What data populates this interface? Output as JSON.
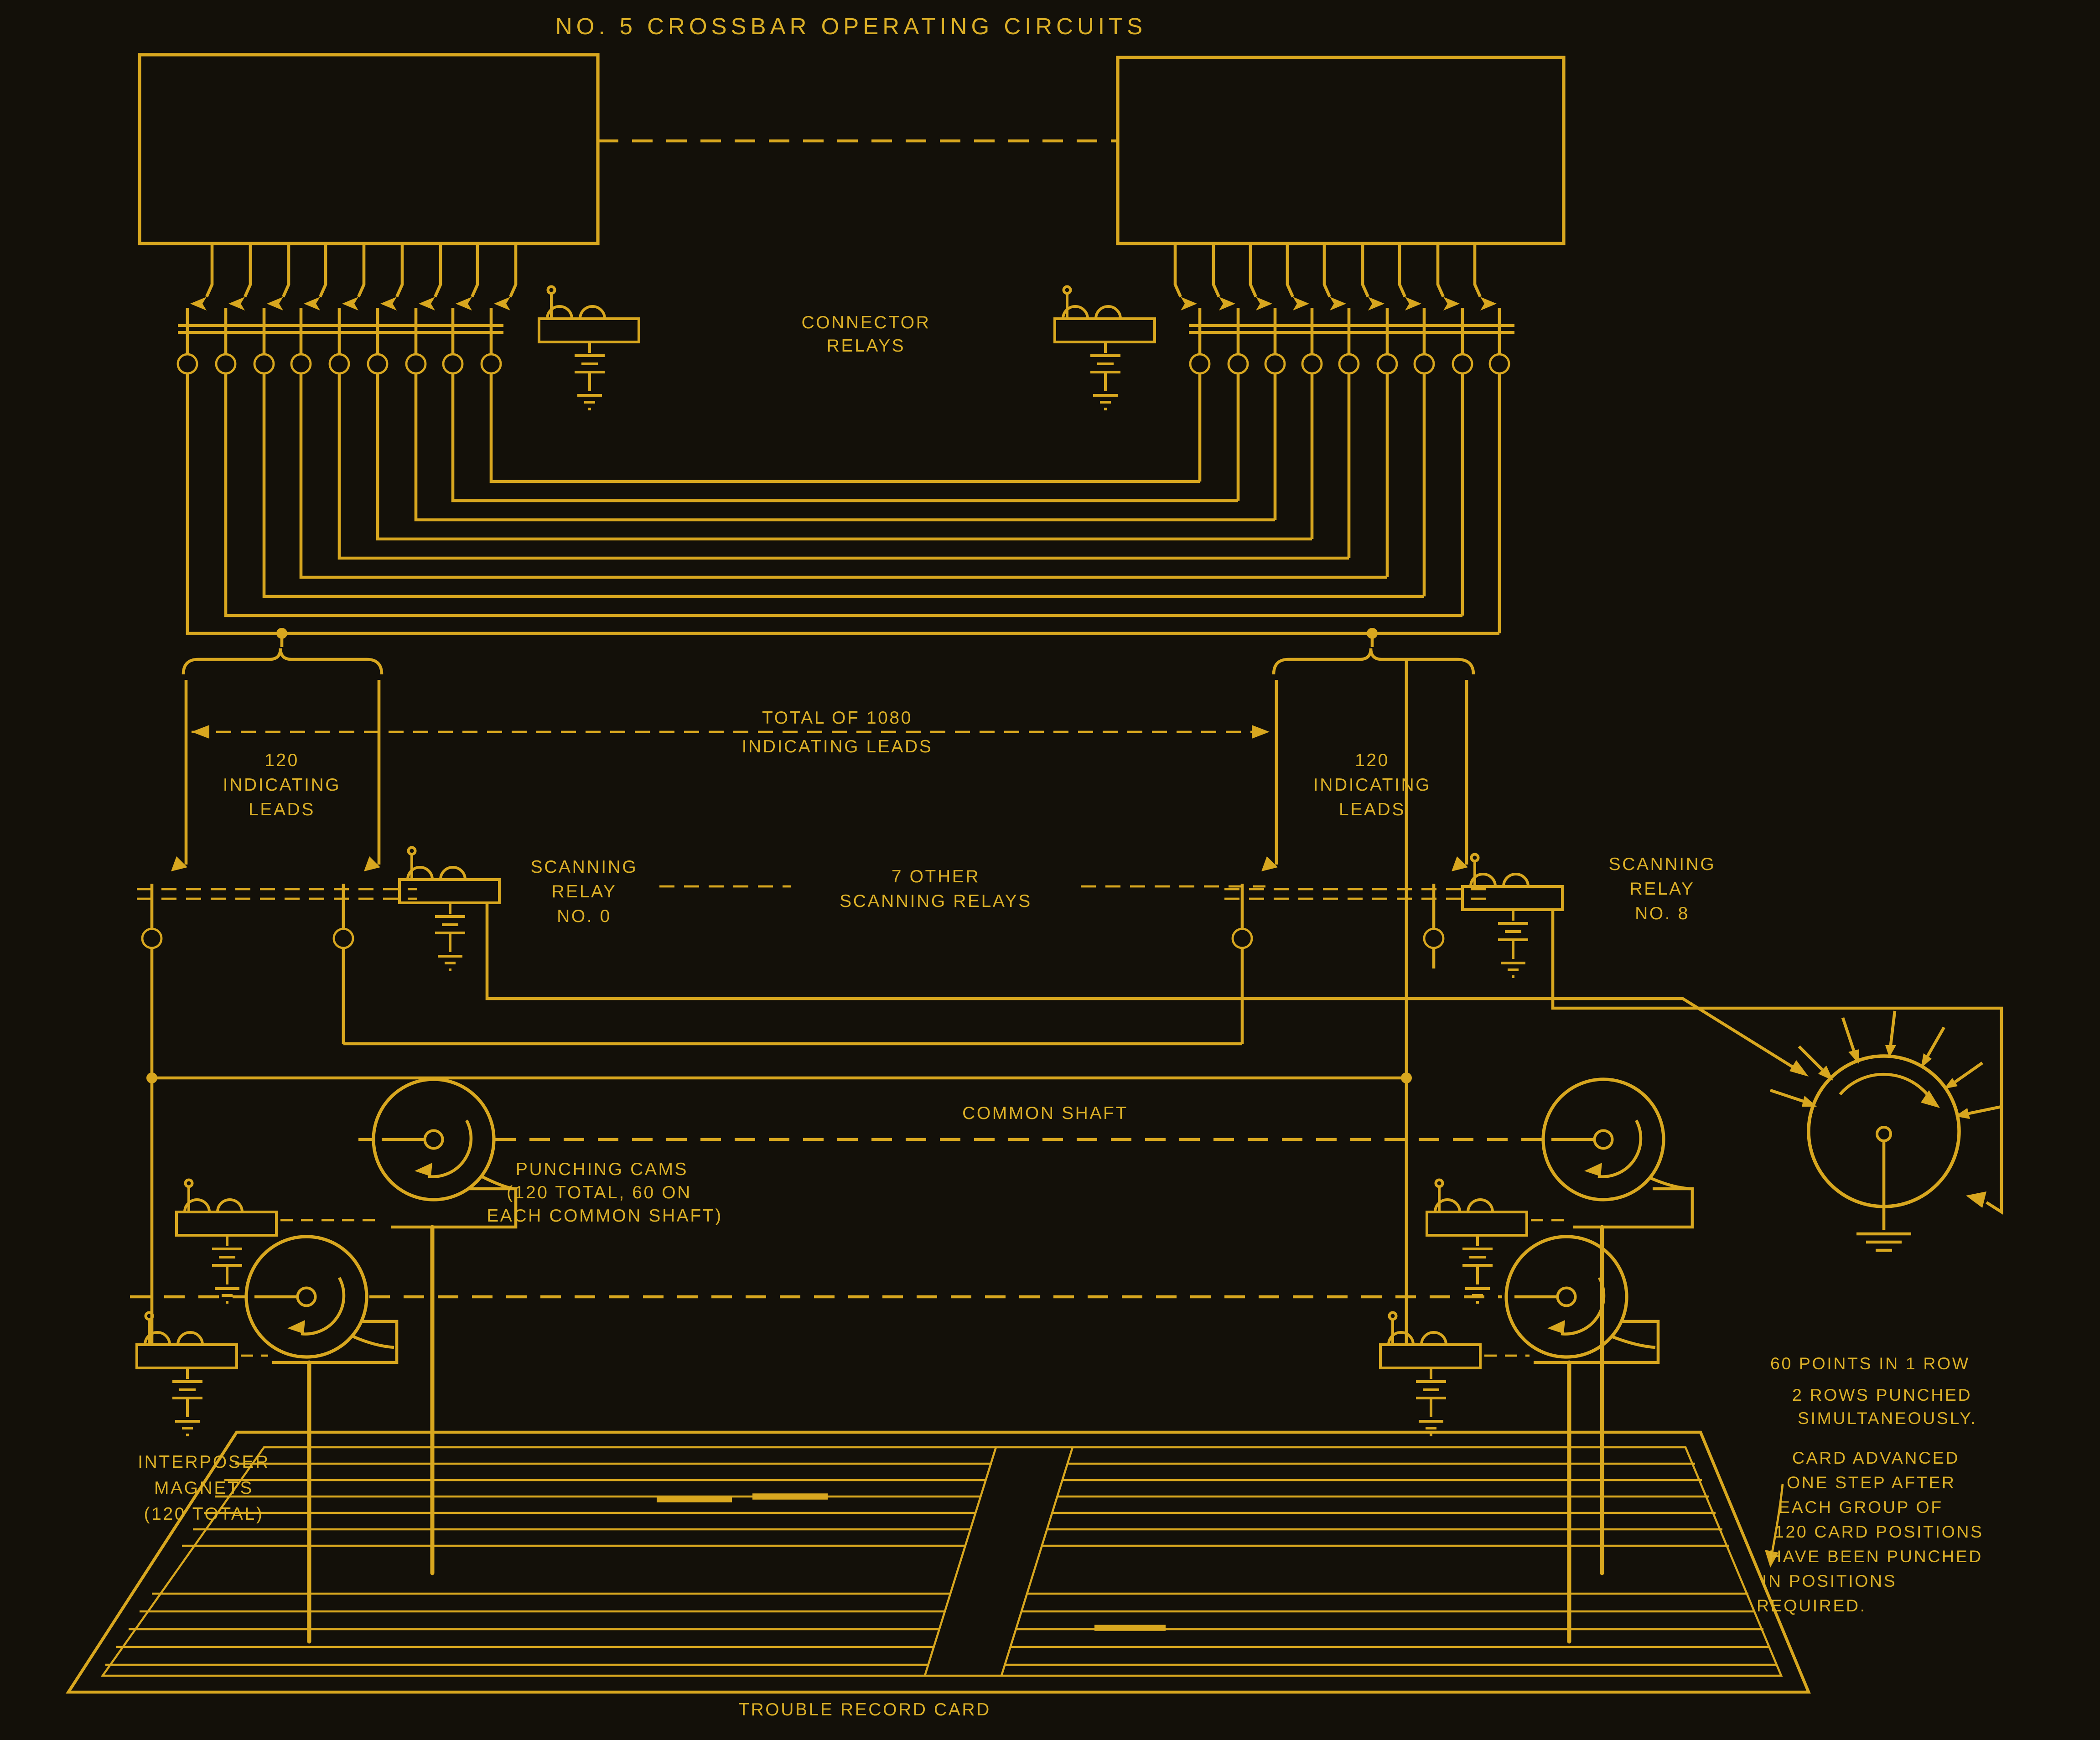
{
  "title": "NO. 5 CROSSBAR OPERATING CIRCUITS",
  "colors": {
    "background": "#131009",
    "line": "#d8a71f",
    "text": "#dcb027"
  },
  "labels": {
    "connector_relays": [
      "CONNECTOR",
      "RELAYS"
    ],
    "total_leads": [
      "TOTAL OF 1080",
      "INDICATING LEADS"
    ],
    "left_bundle": [
      "120",
      "INDICATING",
      "LEADS"
    ],
    "right_bundle": [
      "120",
      "INDICATING",
      "LEADS"
    ],
    "scanning_relay_0": [
      "SCANNING",
      "RELAY",
      "NO. 0"
    ],
    "other_relays": [
      "7 OTHER",
      "SCANNING RELAYS"
    ],
    "scanning_relay_8": [
      "SCANNING",
      "RELAY",
      "NO. 8"
    ],
    "common_shaft": "COMMON SHAFT",
    "punching_cams": [
      "PUNCHING CAMS",
      "(120 TOTAL, 60 ON",
      "EACH COMMON SHAFT)"
    ],
    "interposer_magnets": [
      "INTERPOSER",
      "MAGNETS",
      "(120 TOTAL)"
    ],
    "notes": [
      "60 POINTS IN 1 ROW",
      "2 ROWS PUNCHED",
      "SIMULTANEOUSLY.",
      "CARD ADVANCED",
      "ONE STEP AFTER",
      "EACH GROUP OF",
      "120 CARD POSITIONS",
      "HAVE BEEN PUNCHED",
      "IN POSITIONS",
      "REQUIRED."
    ],
    "trouble_record_card": "TROUBLE RECORD CARD"
  }
}
